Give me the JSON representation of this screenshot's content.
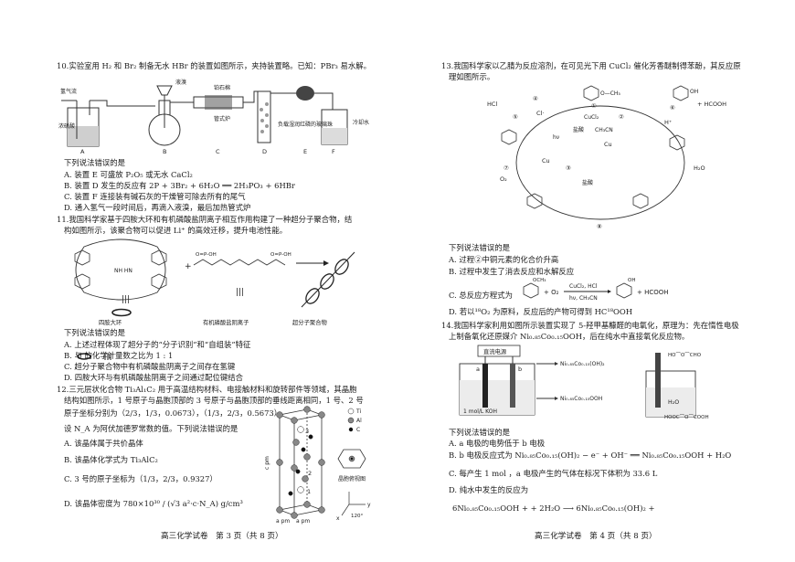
{
  "left": {
    "q10": {
      "stem_line1": "10.实验室用 H₂ 和 Br₂ 制备无水 HBr 的装置如图所示，夹持装置略。已知：PBr₃ 易水解。",
      "apparatus_labels": [
        "氢气流",
        "液溴",
        "铂石棉",
        "管式炉",
        "负载湿润红磷的玻璃珠",
        "冷却水",
        "浓硫酸"
      ],
      "apparatus_letters": [
        "A",
        "B",
        "C",
        "D",
        "E",
        "F"
      ],
      "lead": "下列说法错误的是",
      "options": [
        "A. 装置 E 可盛放 P₂O₅ 或无水 CaCl₂",
        "B. 装置 D 发生的反应有 2P + 3Br₂ + 6H₂O ══ 2H₃PO₃ + 6HBr",
        "C. 装置 F 连接装有碱石灰的干燥管可除去所有的尾气",
        "D. 通入氢气一段时间后，再滴入液溴，最后加热管式炉"
      ]
    },
    "q11": {
      "stem_line1": "11.我国科学家基于四胺大环和有机磷酸盐阴离子相互作用构建了一种超分子聚合物，结",
      "stem_line2": "构如图所示，该聚合物可以促进 Li⁺ 的高效迁移，提升电池性能。",
      "labels": [
        "四胺大环",
        "有机磷酸盐阴离子",
        "超分子聚合物"
      ],
      "plus": "+",
      "equiv": "|||",
      "lead": "下列说法错误的是",
      "options": [
        "A. 上述过程体现了超分子的“分子识别”和“自组装”特征",
        "B.        与        的化学计量数之比为 1 : 1",
        "C. 超分子聚合物中有机磷酸盐阴离子之间存在氢键",
        "D. 四胺大环与有机磷酸盐阴离子之间通过配位键结合"
      ]
    },
    "q12": {
      "stem": [
        "12.三元层状化合物 Ti₃Al₁C₂ 用于高温结构材料、电接触材料和旋转部件等领域，其晶胞",
        "结构如图所示，1 号原子与晶胞顶部的 3 号原子与晶胞顶部的垂线距离相同，1 号、2 号",
        "原子坐标分别为（2/3，1/3，0.0673），（1/3，2/3，0.5673）。",
        "设 N_A 为阿伏加德罗常数的值。下列说法错误的是"
      ],
      "legend": [
        "Ti",
        "Al",
        "C"
      ],
      "numbers": [
        "1",
        "2",
        "3"
      ],
      "axis_labels": [
        "c pm",
        "a pm",
        "a pm",
        "x",
        "y",
        "120°"
      ],
      "view_label": "晶胞俯视图",
      "options": [
        "A. 该晶体属于共价晶体",
        "B. 该晶体化学式为 Ti₃AlC₂",
        "C. 3 号的原子坐标为（1/3，2/3，0.9327）",
        "D. 该晶体密度为  780×10³⁰ / (√3 a²·c·N_A)  g/cm³"
      ]
    },
    "footer": "高三化学试卷　第 3 页（共 8 页）"
  },
  "right": {
    "q13": {
      "stem_line1": "13.我国科学家以乙腈为反应溶剂，在可见光下用 CuCl₂ 催化芳香醚制得苯酚，其反应原",
      "stem_line2": "理如图所示。",
      "cycle_labels": [
        "CuCl₂",
        "CH₃CN",
        "盐酸",
        "hν",
        "HCl",
        "H⁺",
        "H₂O",
        "O₂",
        "Cl·",
        "+ HCOOH",
        "OH"
      ],
      "step_numbers": [
        "①",
        "②",
        "③",
        "④",
        "⑤",
        "⑥",
        "⑦",
        "⑧"
      ],
      "lead": "下列说法错误的是",
      "options": [
        "A. 过程②中铜元素的化合价升高",
        "B. 过程中发生了消去反应和水解反应",
        "C. 总反应方程式为",
        "D. 若以¹⁸O₂ 为原料，反应后的产物可得到 HC¹⁸OOH"
      ],
      "option_c_reagents": "CuCl₂, HCl",
      "option_c_conditions": "hν, CH₃CN",
      "option_c_plus_o2": "+ O₂",
      "option_c_product": "+ HCOOH"
    },
    "q14": {
      "stem_line1": "14.我国科学家利用如图所示装置实现了 5-羟甲基糠醛的电氧化，原理为：先在惰性电极",
      "stem_line2": "上制备氧化还原媒介 Ni₀.₈₅Co₀.₁₅OOH，后在纯水中直接氧化反应物。",
      "device_labels": [
        "直流电源",
        "a",
        "b",
        "1 mol/L KOH",
        "H₂O",
        "Ni₀.₈₅Co₀.₁₅(OH)₂",
        "Ni₀.₈₅Co₀.₁₅OOH"
      ],
      "lead": "下列说法错误的是",
      "options": [
        "A. a 电极的电势低于 b 电极",
        "B. b 电极反应式为 Ni₀.₈₅Co₀.₁₅(OH)₂ − e⁻ + OH⁻ ══ Ni₀.₈₅Co₀.₁₅OOH + H₂O",
        "C. 每产生 1 mol              ，a 电极产生的气体在标况下体积为 33.6 L",
        "D. 纯水中发生的反应为"
      ],
      "option_d_equation": "6Ni₀.₈₅Co₀.₁₅OOH +            + 2H₂O ⟶ 6Ni₀.₈₅Co₀.₁₅(OH)₂ +"
    },
    "footer": "高三化学试卷　第 4 页（共 8 页）"
  }
}
